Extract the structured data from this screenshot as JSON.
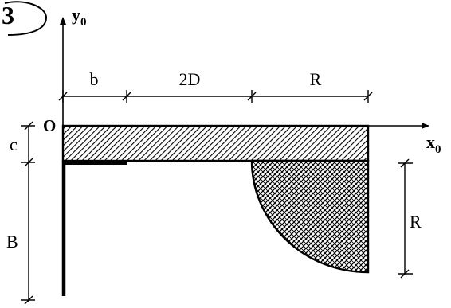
{
  "figure_number": "3",
  "axes": {
    "y_axis": {
      "base": "y",
      "subscript": "0"
    },
    "x_axis": {
      "base": "x",
      "subscript": "0"
    },
    "origin": "O"
  },
  "dimensions": {
    "top": [
      "b",
      "2D",
      "R"
    ],
    "left_top": "c",
    "left_bottom": "B",
    "right": "R"
  },
  "colors": {
    "ink": "#000000",
    "background": "#ffffff"
  }
}
